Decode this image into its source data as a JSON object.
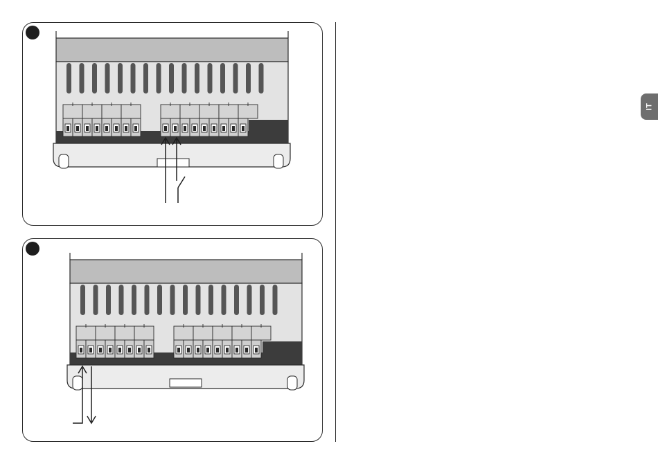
{
  "language_tab": {
    "label": "IT",
    "color": "#6e6e6e"
  },
  "figures": [
    {
      "id": "fig-1",
      "terminals": 16,
      "wiring": "two-wire-input-with-switch"
    },
    {
      "id": "fig-2",
      "terminals": 16,
      "wiring": "input-and-output-pair"
    }
  ],
  "colors": {
    "housing_top": "#bdbdbd",
    "housing_body": "#e3e3e3",
    "terminal_block": "#cfcfcf",
    "vent_slots": "#555555",
    "outline": "#2a2a2a"
  }
}
